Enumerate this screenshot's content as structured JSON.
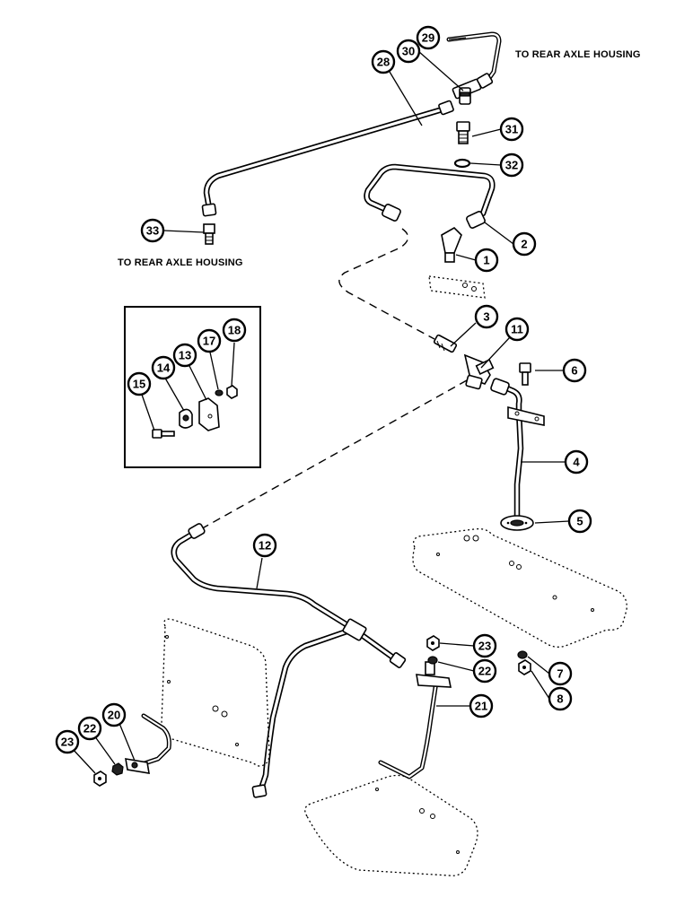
{
  "notes": {
    "top_right": "TO REAR AXLE HOUSING",
    "left": "TO REAR AXLE HOUSING"
  },
  "callouts": [
    {
      "id": "29",
      "label": "29"
    },
    {
      "id": "30",
      "label": "30"
    },
    {
      "id": "28",
      "label": "28"
    },
    {
      "id": "31",
      "label": "31"
    },
    {
      "id": "32",
      "label": "32"
    },
    {
      "id": "33",
      "label": "33"
    },
    {
      "id": "2",
      "label": "2"
    },
    {
      "id": "1",
      "label": "1"
    },
    {
      "id": "3",
      "label": "3"
    },
    {
      "id": "11",
      "label": "11"
    },
    {
      "id": "6",
      "label": "6"
    },
    {
      "id": "4",
      "label": "4"
    },
    {
      "id": "5",
      "label": "5"
    },
    {
      "id": "12",
      "label": "12"
    },
    {
      "id": "23a",
      "label": "23"
    },
    {
      "id": "22a",
      "label": "22"
    },
    {
      "id": "7",
      "label": "7"
    },
    {
      "id": "8",
      "label": "8"
    },
    {
      "id": "21",
      "label": "21"
    },
    {
      "id": "20",
      "label": "20"
    },
    {
      "id": "22b",
      "label": "22"
    },
    {
      "id": "23b",
      "label": "23"
    },
    {
      "id": "18",
      "label": "18"
    },
    {
      "id": "17",
      "label": "17"
    },
    {
      "id": "13",
      "label": "13"
    },
    {
      "id": "14",
      "label": "14"
    },
    {
      "id": "15",
      "label": "15"
    }
  ]
}
